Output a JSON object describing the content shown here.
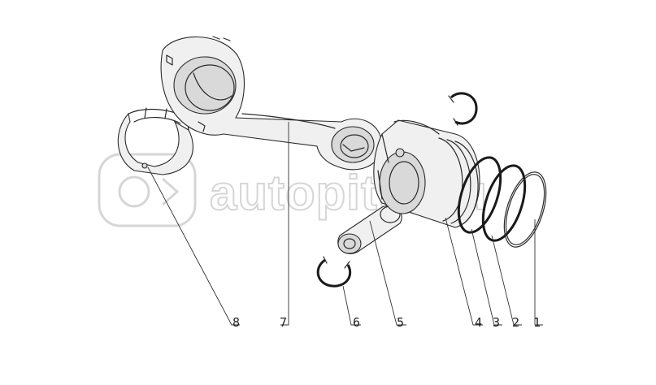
{
  "watermark": {
    "text": "autopiter.ru"
  },
  "callouts": [
    {
      "id": "1",
      "label": "1"
    },
    {
      "id": "2",
      "label": "2"
    },
    {
      "id": "3",
      "label": "3"
    },
    {
      "id": "4",
      "label": "4"
    },
    {
      "id": "5",
      "label": "5"
    },
    {
      "id": "6",
      "label": "6"
    },
    {
      "id": "7",
      "label": "7"
    },
    {
      "id": "8",
      "label": "8"
    }
  ]
}
